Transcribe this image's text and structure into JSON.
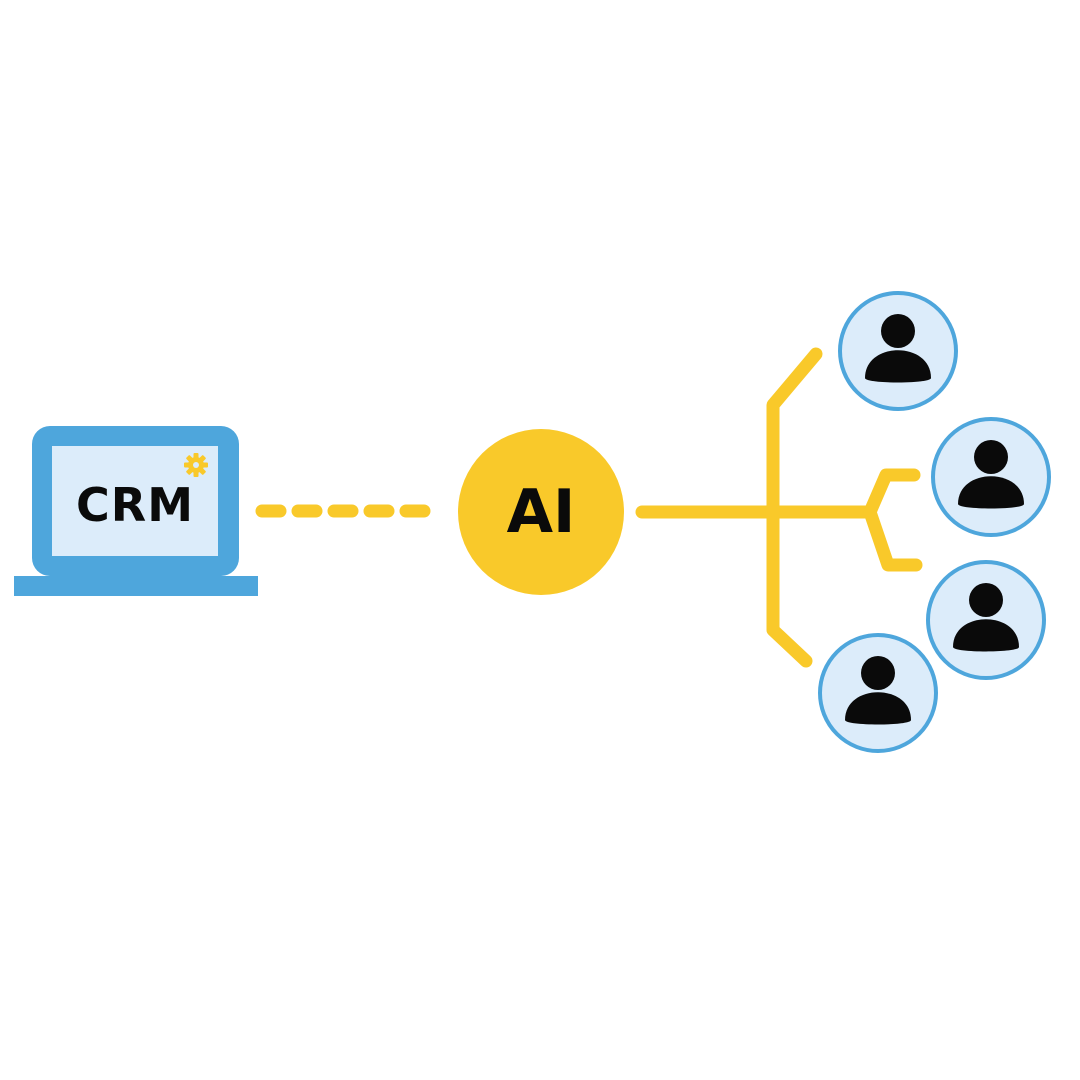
{
  "crm": {
    "label": "CRM",
    "icon": "laptop-icon",
    "badge_icon": "gear-icon"
  },
  "ai": {
    "label": "AI"
  },
  "customers": {
    "icon": "user-icon",
    "count": 4
  },
  "colors": {
    "blue": "#4ea6dc",
    "screen": "#dcecfa",
    "yellow": "#f9c92a",
    "ink": "#0a0a0a",
    "background": "#ffffff"
  }
}
